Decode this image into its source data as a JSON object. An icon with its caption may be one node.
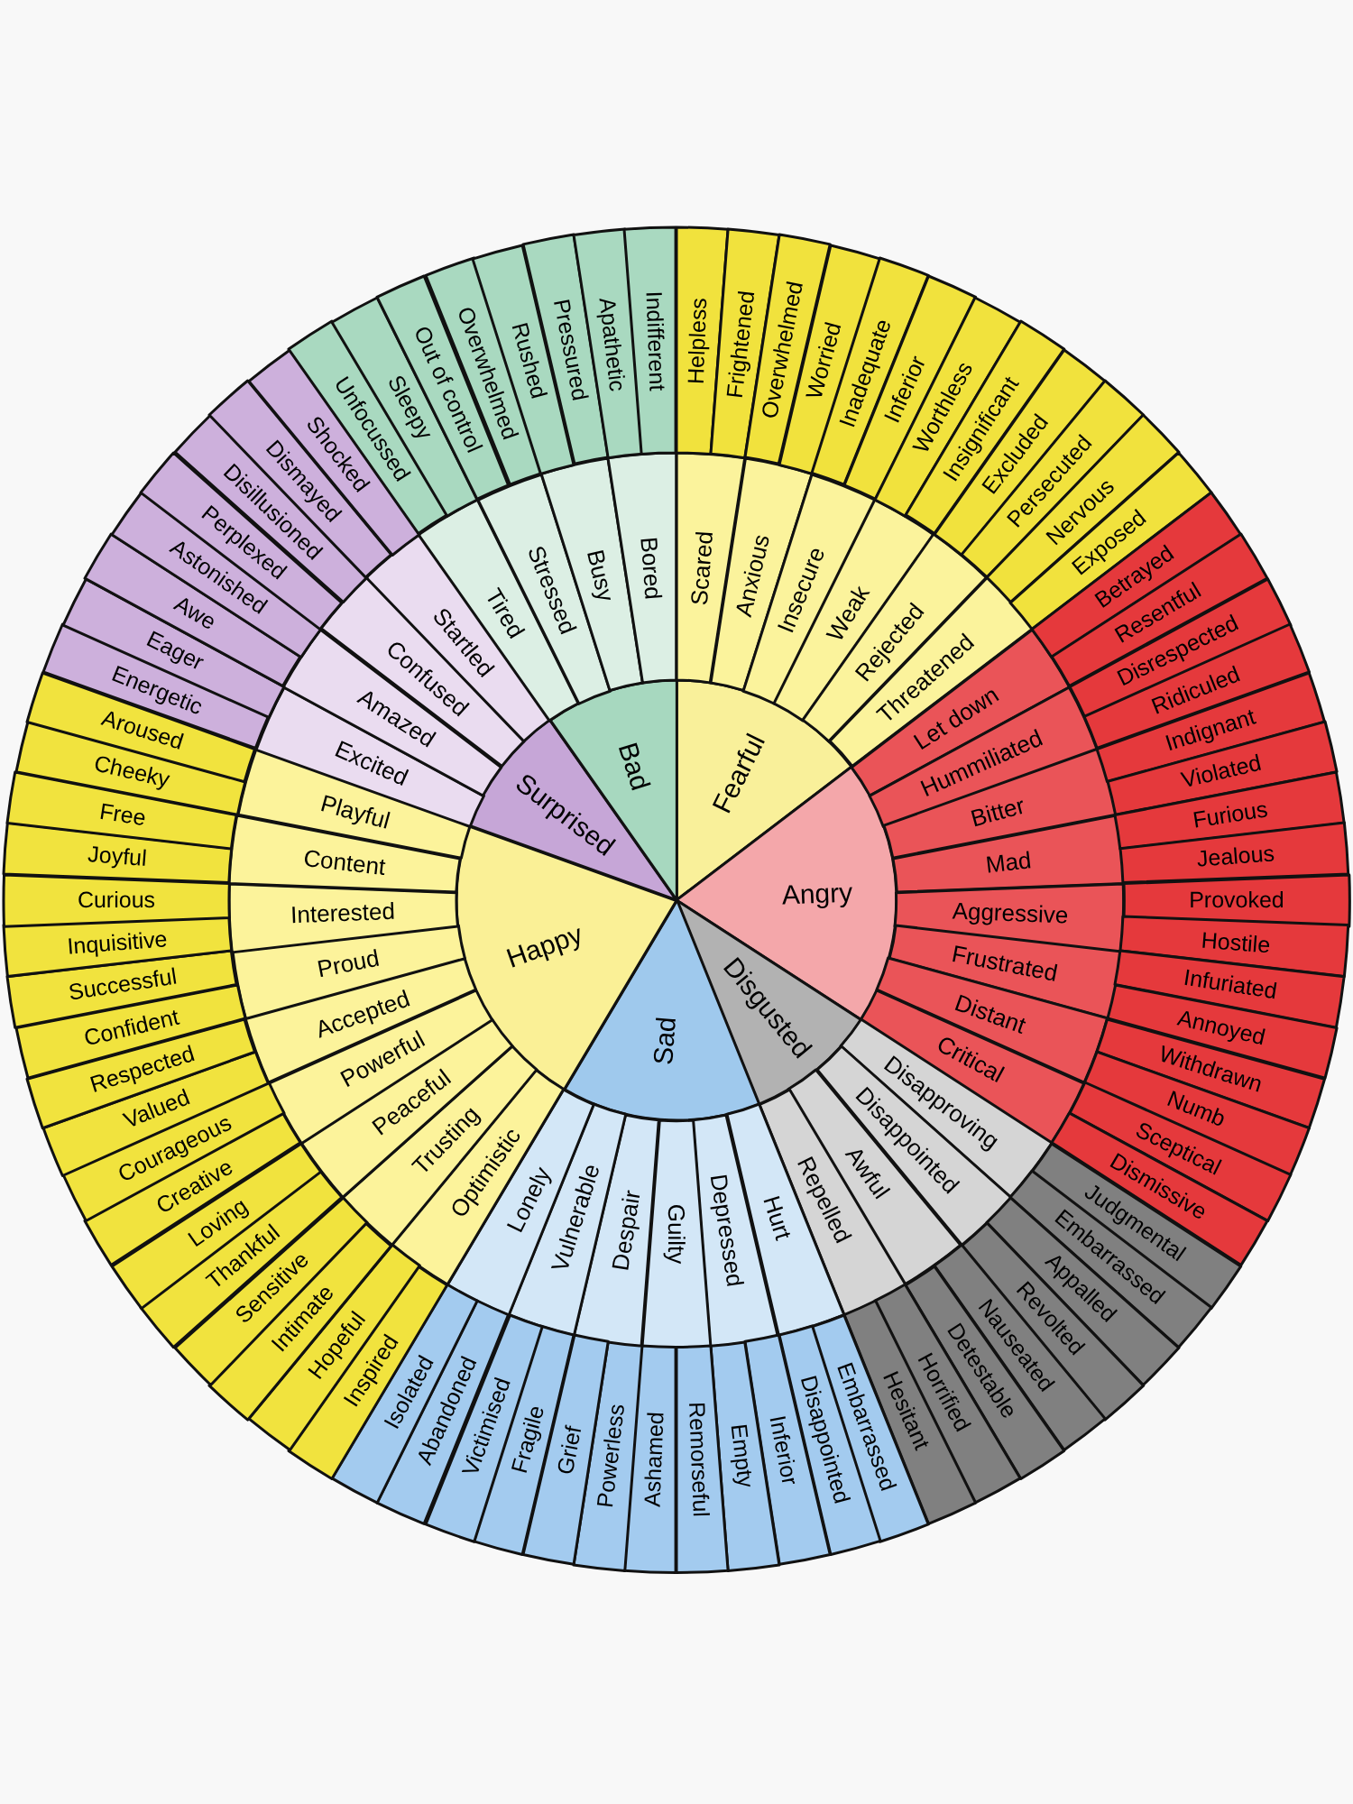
{
  "diagram": {
    "nodes": [
      {
        "text": [
          "Fearful"
        ]
      },
      {
        "text": [
          "Angry"
        ]
      },
      {
        "text": [
          "Disgusted"
        ]
      },
      {
        "text": [
          "Sad"
        ]
      },
      {
        "text": [
          "Happy"
        ]
      },
      {
        "text": [
          "Surprised"
        ]
      },
      {
        "text": [
          "Bad"
        ]
      },
      {
        "text": [
          "Scared"
        ]
      },
      {
        "text": [
          "Anxious"
        ]
      },
      {
        "text": [
          "Insecure"
        ]
      },
      {
        "text": [
          "Weak"
        ]
      },
      {
        "text": [
          "Rejected"
        ]
      },
      {
        "text": [
          "Threatened"
        ]
      },
      {
        "text": [
          "Let down"
        ]
      },
      {
        "text": [
          "Hummiliated"
        ]
      },
      {
        "text": [
          "Bitter"
        ]
      },
      {
        "text": [
          "Mad"
        ]
      },
      {
        "text": [
          "Aggressive"
        ]
      },
      {
        "text": [
          "Frustrated"
        ]
      },
      {
        "text": [
          "Distant"
        ]
      },
      {
        "text": [
          "Critical"
        ]
      },
      {
        "text": [
          "Disapproving"
        ]
      },
      {
        "text": [
          "Disappointed"
        ]
      },
      {
        "text": [
          "Awful"
        ]
      },
      {
        "text": [
          "Repelled"
        ]
      },
      {
        "text": [
          "Hurt"
        ]
      },
      {
        "text": [
          "Depressed"
        ]
      },
      {
        "text": [
          "Guilty"
        ]
      },
      {
        "text": [
          "Despair"
        ]
      },
      {
        "text": [
          "Vulnerable"
        ]
      },
      {
        "text": [
          "Lonely"
        ]
      },
      {
        "text": [
          "Optimistic"
        ]
      },
      {
        "text": [
          "Trusting"
        ]
      },
      {
        "text": [
          "Peaceful"
        ]
      },
      {
        "text": [
          "Powerful"
        ]
      },
      {
        "text": [
          "Accepted"
        ]
      },
      {
        "text": [
          "Proud"
        ]
      },
      {
        "text": [
          "Interested"
        ]
      },
      {
        "text": [
          "Content"
        ]
      },
      {
        "text": [
          "Playful"
        ]
      },
      {
        "text": [
          "Excited"
        ]
      },
      {
        "text": [
          "Amazed"
        ]
      },
      {
        "text": [
          "Confused"
        ]
      },
      {
        "text": [
          "Startled"
        ]
      },
      {
        "text": [
          "Tired"
        ]
      },
      {
        "text": [
          "Stressed"
        ]
      },
      {
        "text": [
          "Busy"
        ]
      },
      {
        "text": [
          "Bored"
        ]
      },
      {
        "text": [
          "Helpless"
        ]
      },
      {
        "text": [
          "Frightened"
        ]
      },
      {
        "text": [
          "Overwhelmed"
        ]
      },
      {
        "text": [
          "Worried"
        ]
      },
      {
        "text": [
          "Inadequate"
        ]
      },
      {
        "text": [
          "Inferior"
        ]
      },
      {
        "text": [
          "Worthless"
        ]
      },
      {
        "text": [
          "Insignificant"
        ]
      },
      {
        "text": [
          "Excluded"
        ]
      },
      {
        "text": [
          "Persecuted"
        ]
      },
      {
        "text": [
          "Nervous"
        ]
      },
      {
        "text": [
          "Exposed"
        ]
      },
      {
        "text": [
          "Betrayed"
        ]
      },
      {
        "text": [
          "Resentful"
        ]
      },
      {
        "text": [
          "Disrespected"
        ]
      },
      {
        "text": [
          "Ridiculed"
        ]
      },
      {
        "text": [
          "Indignant"
        ]
      },
      {
        "text": [
          "Violated"
        ]
      },
      {
        "text": [
          "Furious"
        ]
      },
      {
        "text": [
          "Jealous"
        ]
      },
      {
        "text": [
          "Provoked"
        ]
      },
      {
        "text": [
          "Hostile"
        ]
      },
      {
        "text": [
          "Infuriated"
        ]
      },
      {
        "text": [
          "Annoyed"
        ]
      },
      {
        "text": [
          "Withdrawn"
        ]
      },
      {
        "text": [
          "Numb"
        ]
      },
      {
        "text": [
          "Sceptical"
        ]
      },
      {
        "text": [
          "Dismissive"
        ]
      },
      {
        "text": [
          "Judgmental"
        ]
      },
      {
        "text": [
          "Embarrassed"
        ]
      },
      {
        "text": [
          "Appalled"
        ]
      },
      {
        "text": [
          "Revolted"
        ]
      },
      {
        "text": [
          "Nauseated"
        ]
      },
      {
        "text": [
          "Detestable"
        ]
      },
      {
        "text": [
          "Horrified"
        ]
      },
      {
        "text": [
          "Hesitant"
        ]
      },
      {
        "text": [
          "Embarrassed"
        ]
      },
      {
        "text": [
          "Disappointed"
        ]
      },
      {
        "text": [
          "Inferior"
        ]
      },
      {
        "text": [
          "Empty"
        ]
      },
      {
        "text": [
          "Remorseful"
        ]
      },
      {
        "text": [
          "Ashamed"
        ]
      },
      {
        "text": [
          "Powerless"
        ]
      },
      {
        "text": [
          "Grief"
        ]
      },
      {
        "text": [
          "Fragile"
        ]
      },
      {
        "text": [
          "Victimised"
        ]
      },
      {
        "text": [
          "Abandoned"
        ]
      },
      {
        "text": [
          "Isolated"
        ]
      },
      {
        "text": [
          "Inspired"
        ]
      },
      {
        "text": [
          "Hopeful"
        ]
      },
      {
        "text": [
          "Intimate"
        ]
      },
      {
        "text": [
          "Sensitive"
        ]
      },
      {
        "text": [
          "Thankful"
        ]
      },
      {
        "text": [
          "Loving"
        ]
      },
      {
        "text": [
          "Creative"
        ]
      },
      {
        "text": [
          "Courageous"
        ]
      },
      {
        "text": [
          "Valued"
        ]
      },
      {
        "text": [
          "Respected"
        ]
      },
      {
        "text": [
          "Confident"
        ]
      },
      {
        "text": [
          "Successful"
        ]
      },
      {
        "text": [
          "Inquisitive"
        ]
      },
      {
        "text": [
          "Curious"
        ]
      },
      {
        "text": [
          "Joyful"
        ]
      },
      {
        "text": [
          "Free"
        ]
      },
      {
        "text": [
          "Cheeky"
        ]
      },
      {
        "text": [
          "Aroused"
        ]
      },
      {
        "text": [
          "Energetic"
        ]
      },
      {
        "text": [
          "Eager"
        ]
      },
      {
        "text": [
          "Awe"
        ]
      },
      {
        "text": [
          "Astonished"
        ]
      },
      {
        "text": [
          "Perplexed"
        ]
      },
      {
        "text": [
          "Disillusioned"
        ]
      },
      {
        "text": [
          "Dismayed"
        ]
      },
      {
        "text": [
          "Shocked"
        ]
      },
      {
        "text": [
          "Unfocussed"
        ]
      },
      {
        "text": [
          "Sleepy"
        ]
      },
      {
        "text": [
          "Out of control"
        ]
      },
      {
        "text": [
          "Overwhelmed"
        ]
      },
      {
        "text": [
          "Rushed"
        ]
      },
      {
        "text": [
          "Pressured"
        ]
      },
      {
        "text": [
          "Apathetic"
        ]
      },
      {
        "text": [
          "Indifferent"
        ]
      }
    ]
  }
}
